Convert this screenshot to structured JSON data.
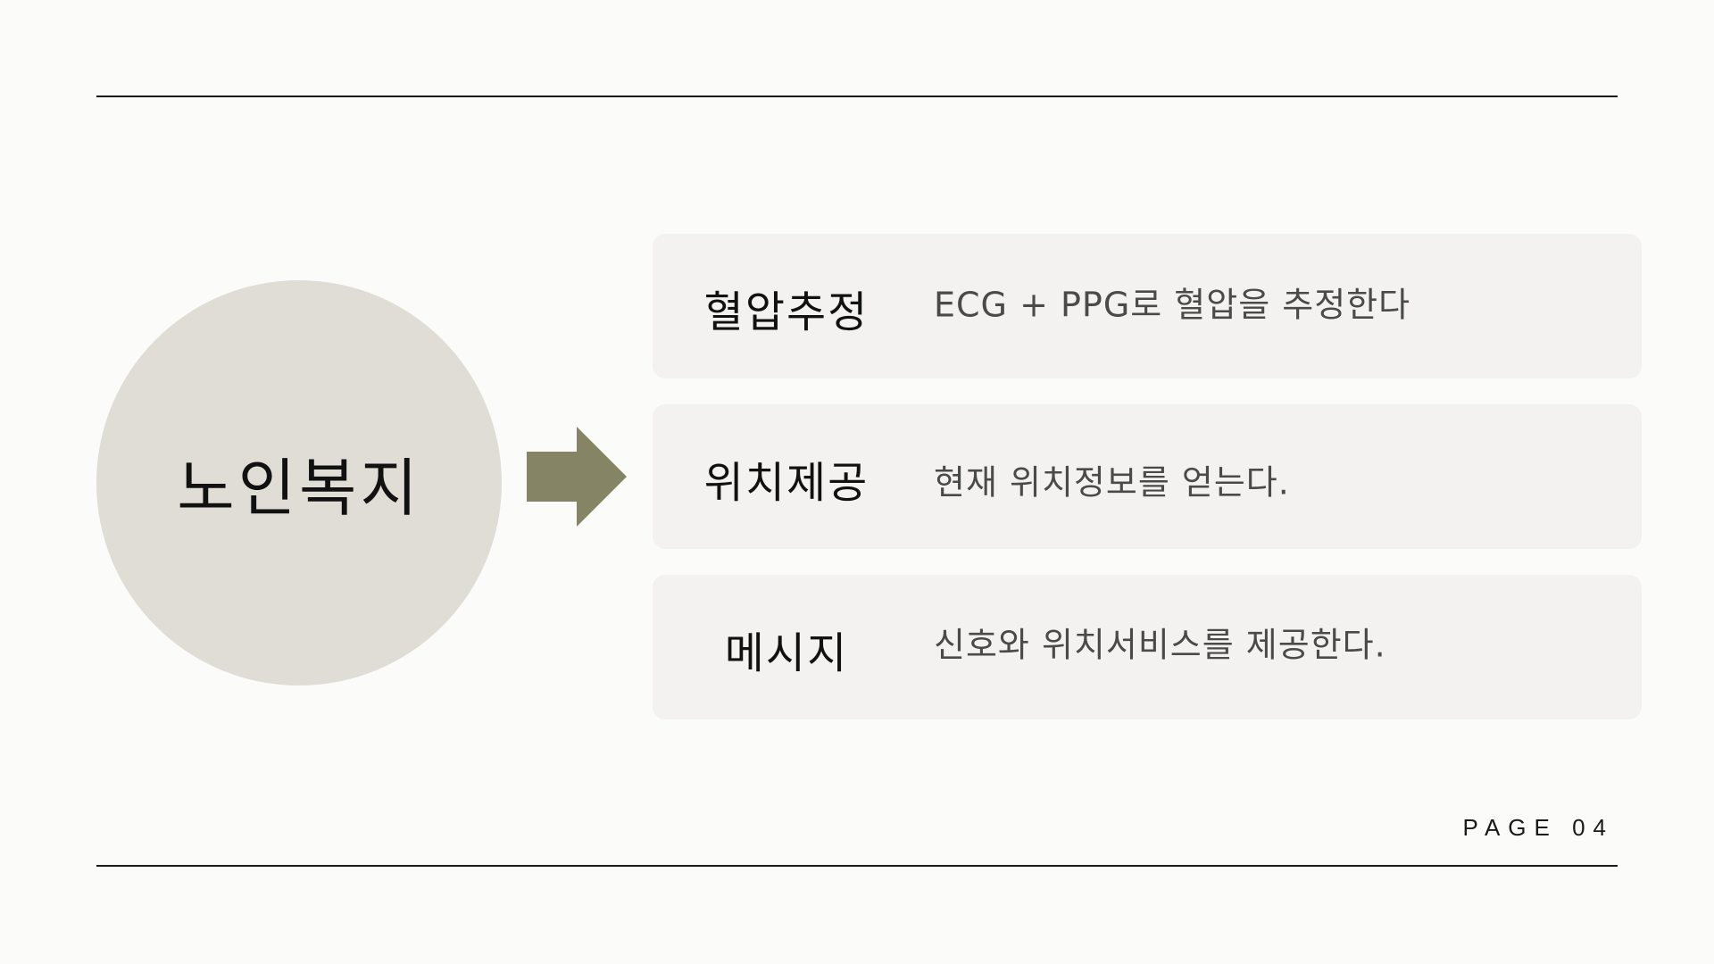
{
  "main": {
    "circle_label": "노인복지",
    "arrow_color": "#858566",
    "cards": [
      {
        "title": "혈압추정",
        "description": "ECG + PPG로 혈압을 추정한다"
      },
      {
        "title": "위치제공",
        "description": "현재 위치정보를 얻는다."
      },
      {
        "title": "메시지",
        "description": "신호와 위치서비스를 제공한다."
      }
    ]
  },
  "footer": {
    "page_label": "PAGE 04"
  },
  "colors": {
    "background": "#fbfbfa",
    "circle": "#e0dcd6",
    "card": "#f3f2f0",
    "rule": "#1a1a1a"
  }
}
